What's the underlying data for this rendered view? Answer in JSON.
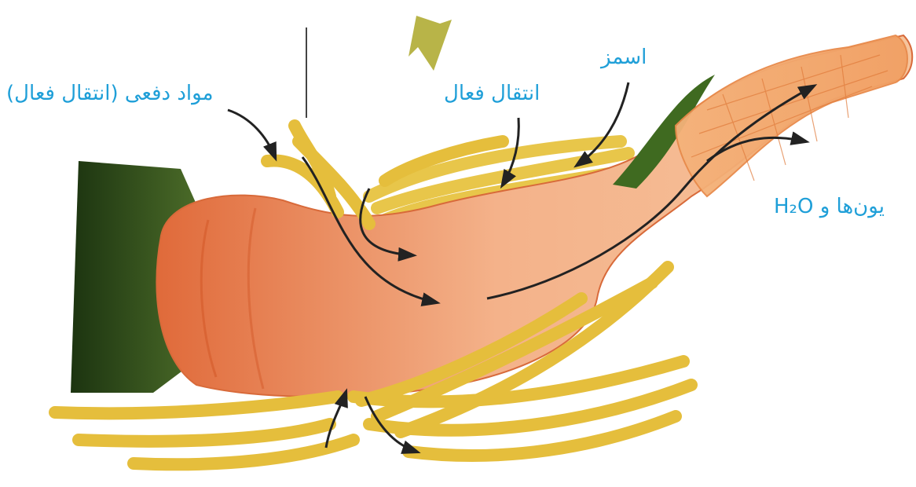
{
  "labels": {
    "excretion": "مواد دفعی (انتقال فعال)",
    "active_transport": "انتقال فعال",
    "osmosis": "اسمز",
    "ions_water": "یون‌ها و H₂O"
  },
  "colors": {
    "label_text": "#1f9fd8",
    "tissue": "#f0a070",
    "tubule": "#e8c64a",
    "dark_base": "#2f4a1e",
    "arrow": "#222222",
    "input_arrow": "#b8b448"
  }
}
